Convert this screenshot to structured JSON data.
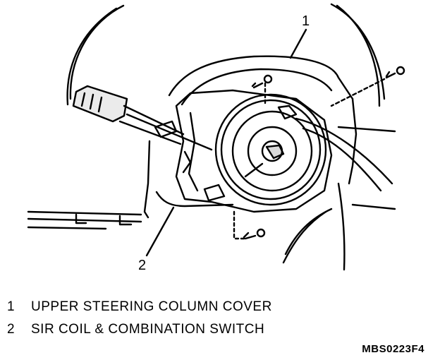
{
  "diagram": {
    "callouts": [
      {
        "number": "1"
      },
      {
        "number": "2"
      }
    ]
  },
  "legend": [
    {
      "number": "1",
      "label": "UPPER STEERING COLUMN COVER"
    },
    {
      "number": "2",
      "label": "SIR COIL & COMBINATION SWITCH"
    }
  ],
  "figure_code": "MBS0223F4",
  "colors": {
    "ink": "#000000",
    "background": "#ffffff"
  }
}
